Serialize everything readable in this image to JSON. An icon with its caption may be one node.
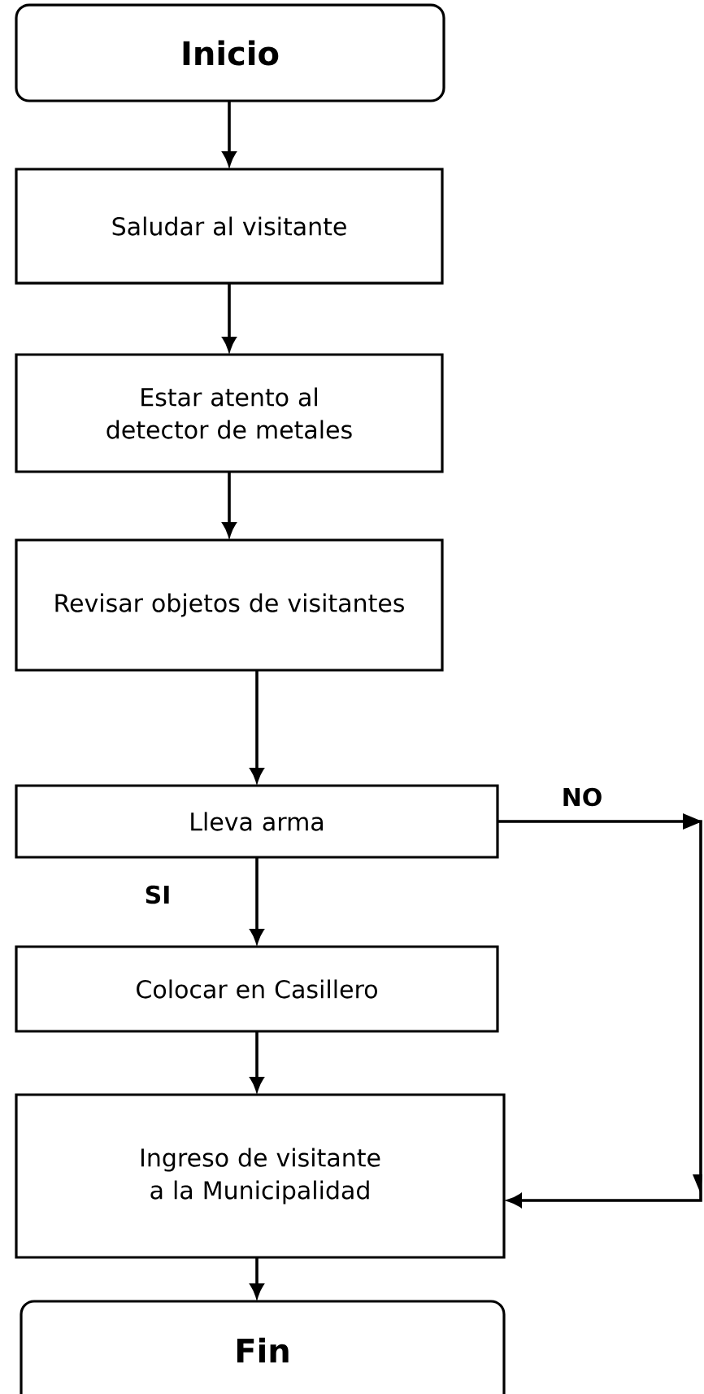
{
  "diagram": {
    "nodes": [
      {
        "text": [
          "Inicio"
        ]
      },
      {
        "text": [
          "Saludar al visitante"
        ]
      },
      {
        "text": [
          "Estar atento al detector de metales"
        ]
      },
      {
        "text": [
          "Revisar objetos de visitantes"
        ]
      },
      {
        "text": [
          "Lleva arma"
        ]
      },
      {
        "text": [
          "Colocar en Casillero"
        ]
      },
      {
        "text": [
          "Ingreso de visitante a la Municipalidad"
        ]
      },
      {
        "text": [
          "Fin"
        ]
      }
    ],
    "edges": [
      {
        "from": 0,
        "to": 1,
        "arrow": "to"
      },
      {
        "from": 1,
        "to": 2,
        "arrow": "to"
      },
      {
        "from": 2,
        "to": 3,
        "arrow": "to"
      },
      {
        "from": 3,
        "to": 4,
        "arrow": "to"
      },
      {
        "from": 4,
        "to": 5,
        "arrow": "to",
        "label": "SI"
      },
      {
        "from": 5,
        "to": 6,
        "arrow": "to"
      },
      {
        "from": 6,
        "to": 7,
        "arrow": "to"
      },
      {
        "from": 4,
        "to": 6,
        "arrow": "to",
        "label": "NO"
      }
    ]
  }
}
